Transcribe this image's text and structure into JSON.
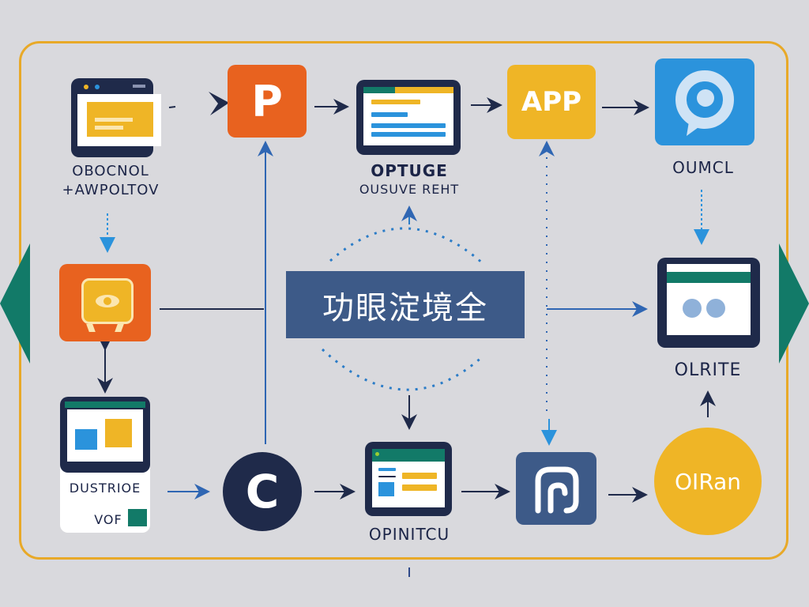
{
  "diagram": {
    "center_label": "功眼淀境全",
    "colors": {
      "background": "#d9d9dd",
      "frame": "#e8a928",
      "navy": "#1f2a4a",
      "orange": "#e8621f",
      "yellow": "#efb526",
      "blue": "#2b93dc",
      "teal": "#127a68",
      "slate": "#3d5a88",
      "arrow_dark": "#1f2a4a",
      "arrow_blue": "#2f66b3"
    },
    "nodes": [
      {
        "id": "browser-window",
        "icon": "browser-window-icon",
        "label_line1": "OBOCNOL",
        "label_line2": "+AWPOLTOV"
      },
      {
        "id": "p-app",
        "icon": "p-letter-icon",
        "glyph": "P"
      },
      {
        "id": "dashboard-window",
        "icon": "dashboard-window-icon",
        "label_line1": "OPTUGE",
        "label_line2": "OUSUVE REHT"
      },
      {
        "id": "app-tile",
        "icon": "app-tile-icon",
        "glyph": "APP"
      },
      {
        "id": "chat-bubble",
        "icon": "chat-p-icon",
        "label_line1": "OUMCL"
      },
      {
        "id": "tv-eye",
        "icon": "tv-eye-icon"
      },
      {
        "id": "report-card",
        "icon": "report-window-icon",
        "label_line1": "DUSTRIOE",
        "label_line2": "VOF"
      },
      {
        "id": "c-circle",
        "icon": "c-letter-icon",
        "glyph": "C"
      },
      {
        "id": "form-window",
        "icon": "form-window-icon",
        "label_line1": "OPINITCU"
      },
      {
        "id": "p-symbol",
        "icon": "p-symbol-icon"
      },
      {
        "id": "oiran-circle",
        "icon": "oiran-badge-icon",
        "glyph": "OIRan"
      },
      {
        "id": "viewer-window",
        "icon": "viewer-window-icon",
        "label_line1": "OLRITE"
      }
    ],
    "footer_mark": "|"
  }
}
